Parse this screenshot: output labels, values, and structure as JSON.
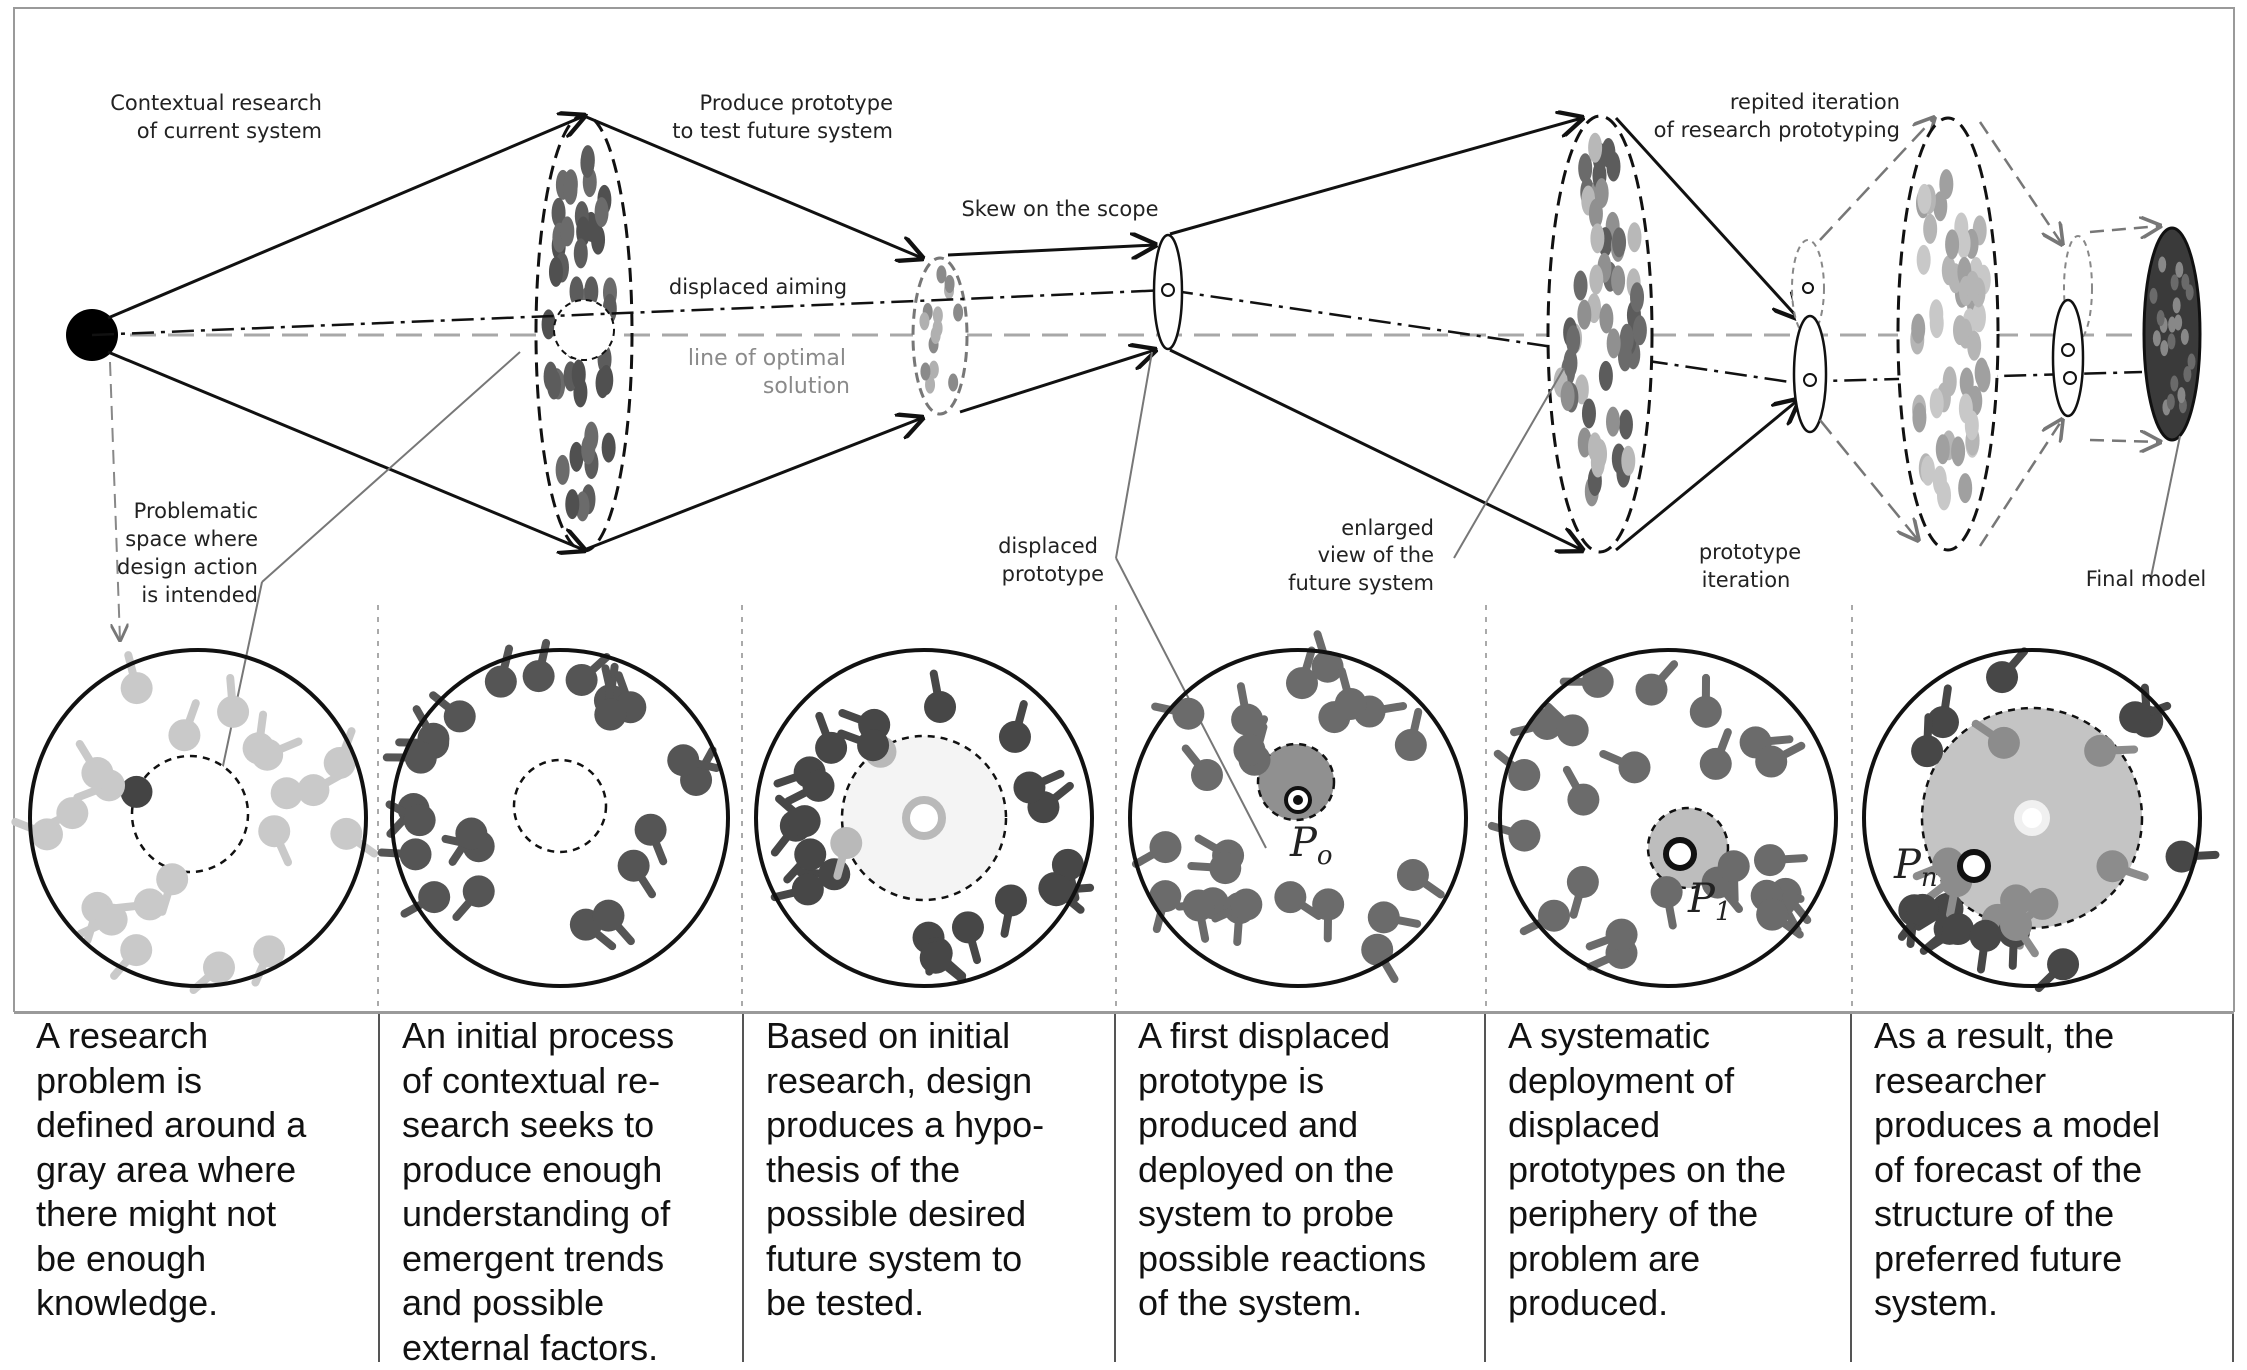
{
  "labels": {
    "contextual_research": [
      "Contextual research",
      "of current system"
    ],
    "produce_prototype": [
      "Produce prototype",
      "to test future system"
    ],
    "skew": "Skew on the scope",
    "displaced_aiming": "displaced aiming",
    "optimal_line": [
      "line of optimal",
      "solution"
    ],
    "repeated_iteration": [
      "repited iteration",
      "of research prototyping"
    ],
    "problematic_space": [
      "Problematic",
      "space where",
      "design action",
      "is intended"
    ],
    "displaced_prototype": [
      "displaced",
      "prototype"
    ],
    "enlarged_view": [
      "enlarged",
      "view of the",
      "future system"
    ],
    "prototype_iteration": [
      "prototype",
      "iteration"
    ],
    "final_model": "Final model"
  },
  "prototype_labels": {
    "p0": "P",
    "p0_sub": "o",
    "p1": "P",
    "p1_sub": "1",
    "pn": "P",
    "pn_sub": "n"
  },
  "captions": [
    "A research\nproblem is\ndefined around a\ngray area where\nthere might not\nbe enough\nknowledge.",
    "An initial process\nof contextual re-\nsearch seeks to\nproduce enough\nunderstanding of\nemergent trends\nand possible\nexternal factors.",
    "Based on initial\nresearch, design\nproduces a hypo-\nthesis of the\npossible desired\nfuture system to\nbe tested.",
    "A first displaced\nprototype is\nproduced and\ndeployed on the\nsystem to probe\npossible reactions\nof the system.",
    "A systematic\ndeployment of\ndisplaced\nprototypes on the\nperiphery of the\nproblem are\nproduced.",
    "As a result, the\nresearcher\nproduces a model\nof forecast of the\nstructure of the\npreferred future\nsystem."
  ],
  "colors": {
    "dark": "#505050",
    "mid": "#6b6b6b",
    "light": "#c9c9c9",
    "optimal_line": "#a8a8a8"
  }
}
